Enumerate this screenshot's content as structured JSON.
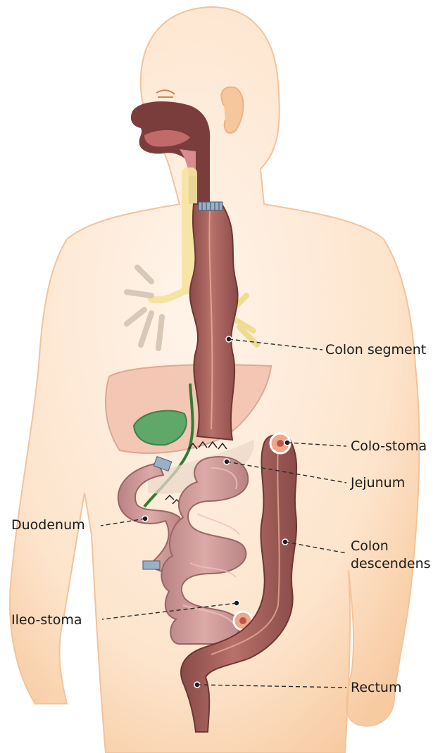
{
  "labels": {
    "colon_segment": "Colon segment",
    "colo_stoma": "Colo-stoma",
    "jejunum": "Jejunum",
    "duodenum": "Duodenum",
    "colon_descendens_line1": "Colon",
    "colon_descendens_line2": "descendens",
    "ileo_stoma": "Ileo-stoma",
    "rectum": "Rectum"
  },
  "colors": {
    "skin_light": "#fde9d8",
    "skin_mid": "#f8cfa8",
    "bowel": "#a8605b",
    "bowel_dark": "#7a3d3c",
    "small_intestine": "#c99595",
    "gallbladder": "#5fa86a",
    "bile_duct": "#2e7d32",
    "trachea": "#f5e3a0",
    "lung_airways": "#d8c8b8",
    "stoma": "#f4a68a"
  }
}
